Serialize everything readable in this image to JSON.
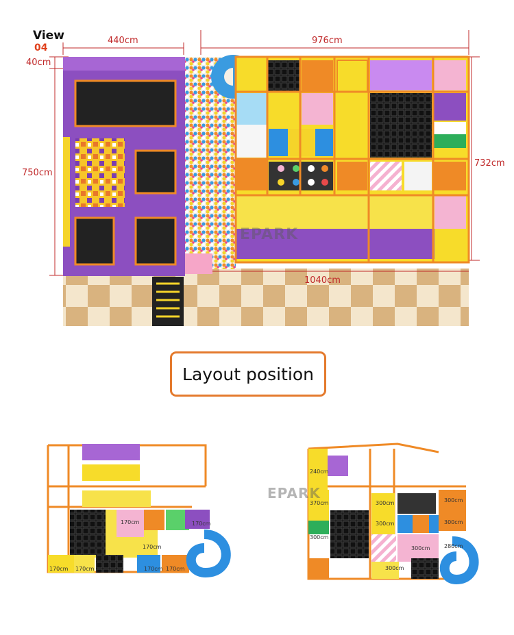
{
  "view": {
    "title": "View",
    "number": "04"
  },
  "dimensions": {
    "left_width": "440cm",
    "right_width": "976cm",
    "top_offset": "40cm",
    "left_height": "750cm",
    "right_height": "732cm",
    "total_width": "1040cm"
  },
  "brand": "EPARK",
  "layout_button": {
    "label": "Layout position"
  },
  "left_view_labels": [
    "170cm",
    "170cm",
    "170cm",
    "170cm",
    "170cm",
    "170cm",
    "170cm"
  ],
  "right_view_labels": [
    "240cm",
    "370cm",
    "300cm",
    "300cm",
    "300cm",
    "300cm",
    "300cm",
    "300cm",
    "300cm",
    "280cm"
  ],
  "colors": {
    "dimension": "#c0292a",
    "view_number": "#e0401c",
    "orange_frame": "#ef8a26",
    "purple": "#8c4fc0",
    "yellow": "#f7dc2a",
    "blue": "#2d8fe0",
    "pink": "#f4b4d2"
  }
}
